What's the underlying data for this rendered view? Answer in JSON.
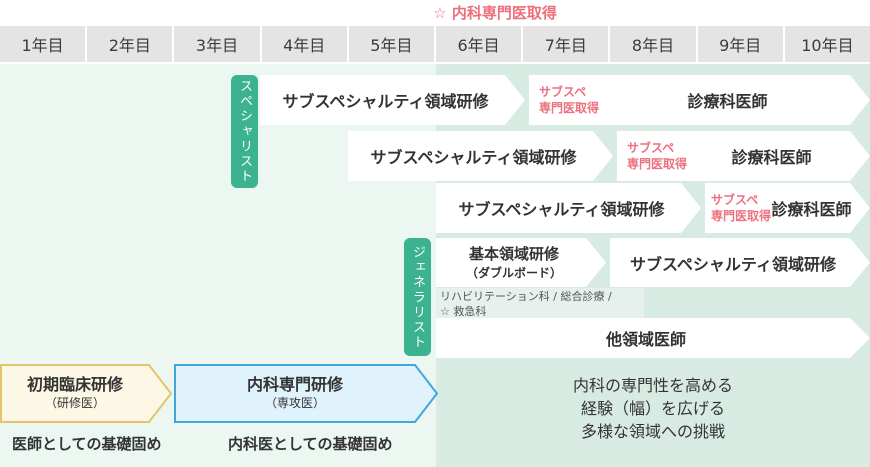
{
  "title": "☆ 内科専門医取得",
  "years": [
    "1年目",
    "2年目",
    "3年目",
    "4年目",
    "5年目",
    "6年目",
    "7年目",
    "8年目",
    "9年目",
    "10年目"
  ],
  "tabs": {
    "specialist": "スペシャリスト",
    "generalist": "ジェネラリスト"
  },
  "specialist_rows": [
    {
      "training": "サブスペシャルティ領域研修",
      "milestone_l1": "サブスペ",
      "milestone_l2": "専門医取得",
      "outcome": "診療科医師"
    },
    {
      "training": "サブスペシャルティ領域研修",
      "milestone_l1": "サブスペ",
      "milestone_l2": "専門医取得",
      "outcome": "診療科医師"
    },
    {
      "training": "サブスペシャルティ領域研修",
      "milestone_l1": "サブスペ",
      "milestone_l2": "専門医取得",
      "outcome": "診療科医師"
    }
  ],
  "generalist_row": {
    "training_l1": "基本領域研修",
    "training_l2": "（ダブルボード）",
    "next_training": "サブスペシャルティ領域研修",
    "note_l1": "リハビリテーション科 / 総合診療 /",
    "note_l2": "☆ 救急科",
    "outcome": "他領域医師"
  },
  "bottom": {
    "initial": {
      "title": "初期臨床研修",
      "subtitle": "（研修医）",
      "caption": "医師としての基礎固め"
    },
    "internal": {
      "title": "内科専門研修",
      "subtitle": "（専攻医）",
      "caption": "内科医としての基礎固め"
    },
    "right_lines": {
      "l1": "内科の専門性を高める",
      "l2": "経験（幅）を広げる",
      "l3": "多様な領域への挑戦"
    }
  },
  "colors": {
    "accent_pink": "#ed707e",
    "tab_green": "#3bb290",
    "bg_left": "#ecf7f2",
    "bg_right": "#d8ebe3",
    "header_gray": "#e4e4e4",
    "initial_border": "#e4c468",
    "initial_fill": "#fdf8e6",
    "internal_border": "#42a5dc",
    "internal_fill": "#e0f2fb"
  }
}
